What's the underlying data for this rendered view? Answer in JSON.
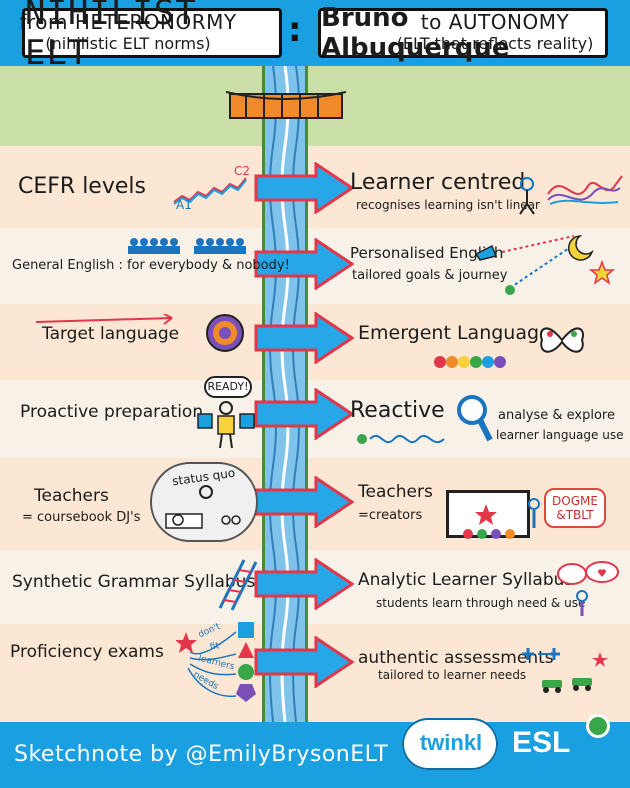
{
  "title": {
    "left": "NIHILIST ELT",
    "colon": ":",
    "right": "Bruno Albuquerque"
  },
  "header": {
    "left_big": "from HETERONORMY",
    "left_small": "(nihilistic ELT norms)",
    "right_big": "to AUTONOMY",
    "right_small": "(ELT that reflects reality)"
  },
  "rows": [
    {
      "left": "CEFR levels",
      "left_extra": "",
      "right": "Learner centred",
      "right_sub": "recognises learning isn't linear"
    },
    {
      "left": "General English : for everybody & nobody!",
      "left_extra": "",
      "right": "Personalised English",
      "right_sub": "tailored goals & journey"
    },
    {
      "left": "Target language",
      "left_extra": "",
      "right": "Emergent Language",
      "right_sub": ""
    },
    {
      "left": "Proactive preparation",
      "left_extra": "READY!",
      "right": "Reactive",
      "right_sub": "analyse & explore",
      "right_sub2": "learner language use"
    },
    {
      "left": "Teachers",
      "left_extra": "= coursebook DJ's",
      "right": "Teachers",
      "right_sub": "=creators"
    },
    {
      "left": "Synthetic Grammar Syllabus",
      "left_extra": "",
      "right": "Analytic Learner Syllabus",
      "right_sub": "students learn through need & use"
    },
    {
      "left": "Proficiency exams",
      "left_extra": "",
      "right": "authentic assessments",
      "right_sub": "tailored to learner needs"
    }
  ],
  "decor": {
    "cefr_start": "A1",
    "cefr_end": "C2",
    "status_quo": "status quo",
    "dogme": "DOGME",
    "tblt": "&TBLT",
    "exam_arrows": [
      "don't",
      "fit",
      "learners",
      "needs"
    ]
  },
  "footer": {
    "credit": "Sketchnote by @EmilyBrysonELT",
    "brand": "twinkl",
    "brand2": "ESL"
  },
  "colors": {
    "blue": "#1a9fe0",
    "green_band": "#c9dfa7",
    "peach": "#fbe7d4",
    "cream": "#f7f1e8",
    "arrow": "#27a7e8",
    "arrow_outline": "#e2364b",
    "bridge": "#f08a2a"
  }
}
